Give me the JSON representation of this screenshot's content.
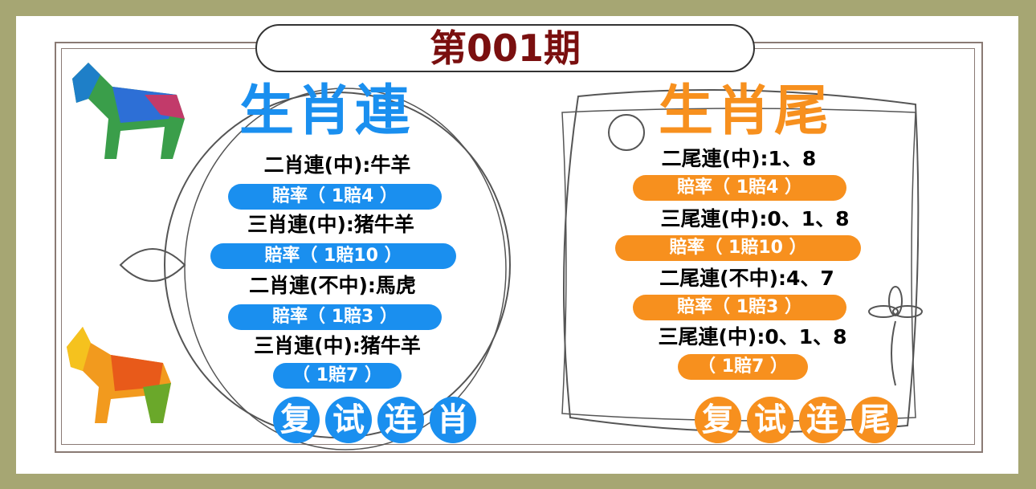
{
  "issue": "第001期",
  "left": {
    "title": "生肖連",
    "color": "#1a8fef",
    "lines": [
      "二肖連(中):牛羊",
      "三肖連(中):猪牛羊",
      "二肖連(不中):馬虎",
      "三肖連(中):猪牛羊"
    ],
    "odds": [
      "賠率（ 1賠4 ）",
      "賠率（ 1賠10 ）",
      "賠率（ 1賠3 ）",
      "（ 1賠7 ）"
    ],
    "footer": [
      "复",
      "试",
      "连",
      "肖"
    ]
  },
  "right": {
    "title": "生肖尾",
    "color": "#f7901e",
    "lines": [
      "二尾連(中):1、8",
      "三尾連(中):0、1、8",
      "二尾連(不中):4、7",
      "三尾連(中):0、1、8"
    ],
    "odds": [
      "賠率（ 1賠4 ）",
      "賠率（ 1賠10 ）",
      "賠率（ 1賠3 ）",
      "（ 1賠7 ）"
    ],
    "footer": [
      "复",
      "试",
      "连",
      "尾"
    ]
  }
}
